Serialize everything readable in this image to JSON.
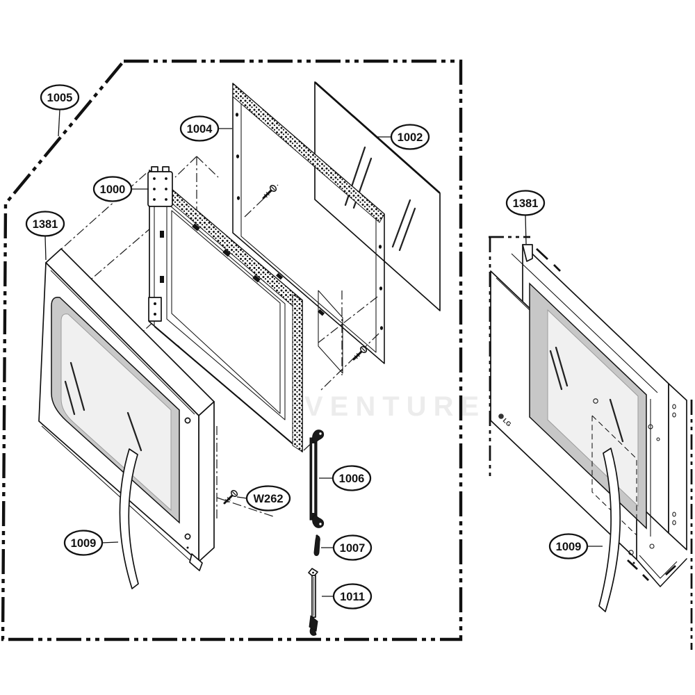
{
  "callouts": [
    {
      "label": "1005"
    },
    {
      "label": "1004"
    },
    {
      "label": "1002"
    },
    {
      "label": "1000"
    },
    {
      "label": "1381"
    },
    {
      "label": "1009"
    },
    {
      "label": "W262"
    },
    {
      "label": "1006"
    },
    {
      "label": "1007"
    },
    {
      "label": "1011"
    },
    {
      "label": "1381"
    },
    {
      "label": "1009"
    }
  ],
  "watermark": "VENTURE",
  "logo": "LG",
  "colors": {
    "line": "#111111",
    "glass": "#c9c9c9",
    "glass_highlight": "#f0f0f0",
    "window_right": "#c7c7c7",
    "background": "#ffffff"
  }
}
